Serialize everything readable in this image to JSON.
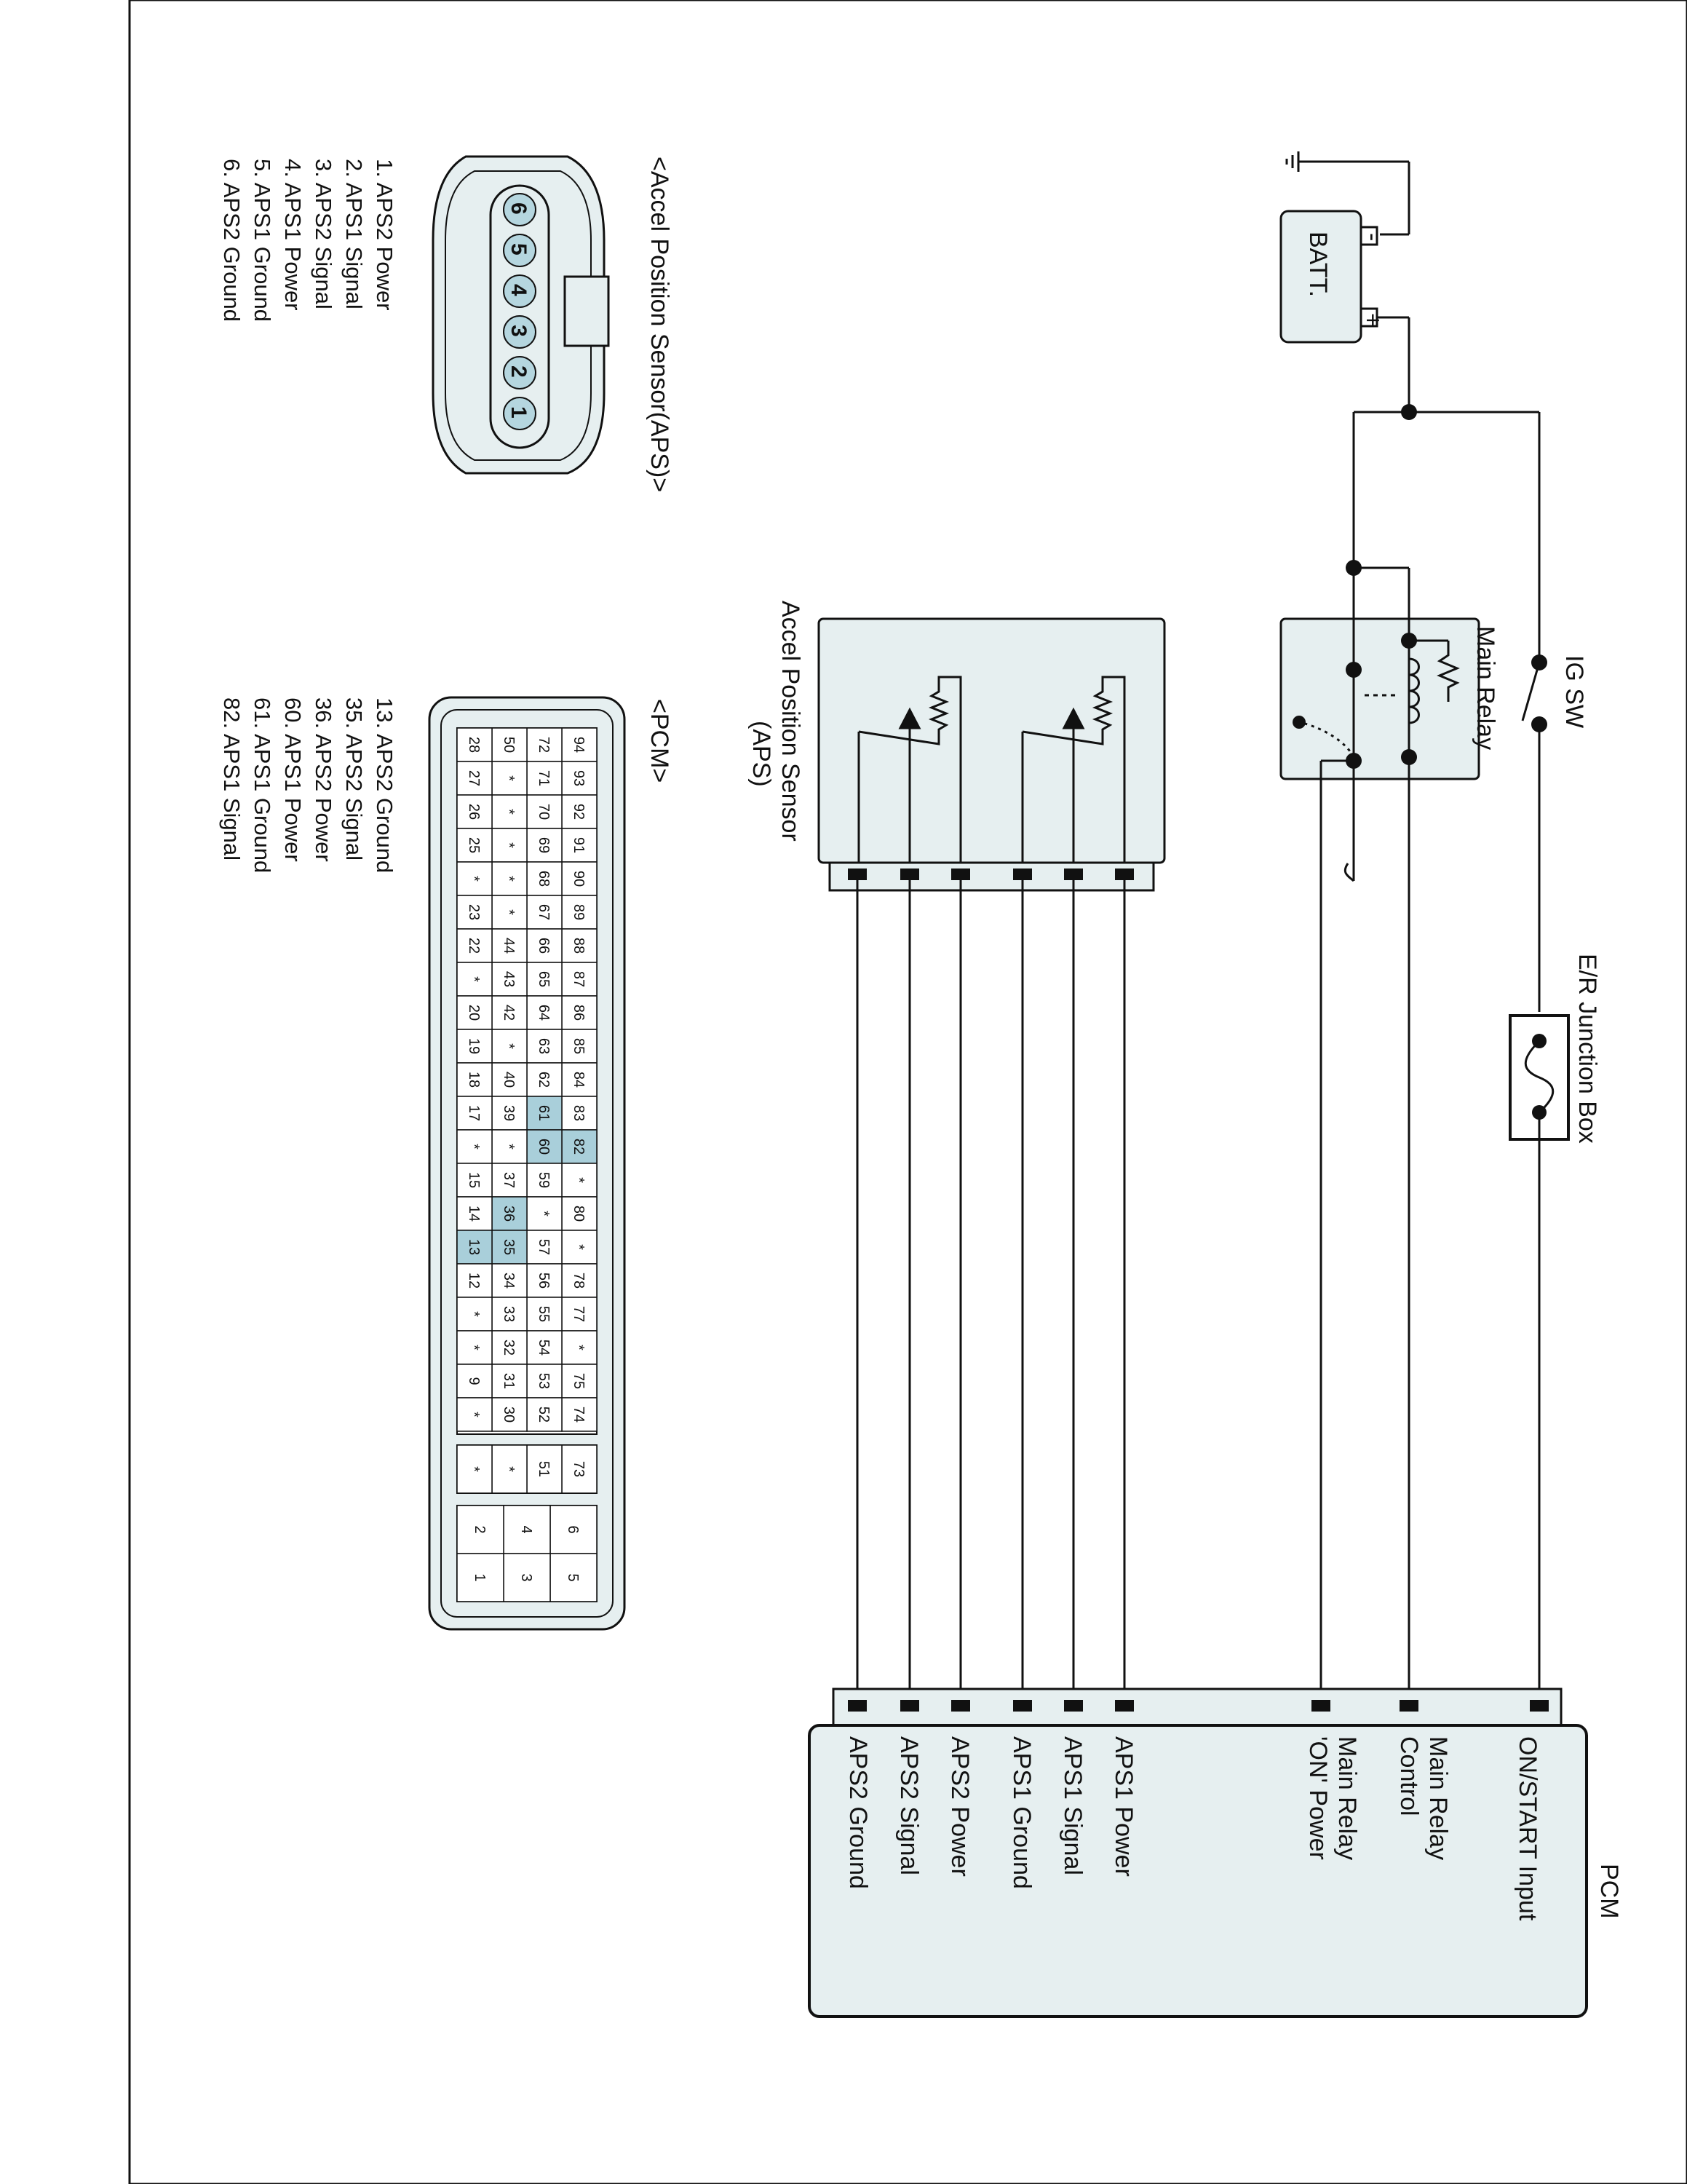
{
  "colors": {
    "line": "#111111",
    "box_fill": "#e6eff0",
    "highlight": "#a9cfda",
    "pin_fill": "#b5d6df"
  },
  "labels": {
    "batt": "BATT.",
    "ig_sw": "IG SW",
    "main_relay": "Main Relay",
    "er_junction": "E/R Junction Box",
    "aps_title_1": "Accel Position Sensor",
    "aps_title_2": "(APS)",
    "pcm": "PCM",
    "batt_plus": "+",
    "batt_minus": "-"
  },
  "pcm_pins": [
    "ON/START Input",
    "Main Relay",
    "Control",
    "Main Relay",
    "'ON' Power",
    "APS1 Power",
    "APS1 Signal",
    "APS1 Ground",
    "APS2 Power",
    "APS2 Signal",
    "APS2 Ground"
  ],
  "aps_connector": {
    "title": "<Accel Position Sensor(APS)>",
    "pins": [
      "6",
      "5",
      "4",
      "3",
      "2",
      "1"
    ],
    "legend": [
      "1. APS2 Power",
      "2. APS1 Signal",
      "3. APS2 Signal",
      "4. APS1 Power",
      "5. APS1 Ground",
      "6. APS2 Ground"
    ]
  },
  "pcm_connector": {
    "title": "<PCM>",
    "rows": [
      [
        "94",
        "93",
        "92",
        "91",
        "90",
        "89",
        "88",
        "87",
        "86",
        "85",
        "84",
        "83",
        "82",
        "*",
        "80",
        "*",
        "78",
        "77",
        "*",
        "75",
        "74"
      ],
      [
        "72",
        "71",
        "70",
        "69",
        "68",
        "67",
        "66",
        "65",
        "64",
        "63",
        "62",
        "61",
        "60",
        "59",
        "*",
        "57",
        "56",
        "55",
        "54",
        "53",
        "52"
      ],
      [
        "50",
        "*",
        "*",
        "*",
        "*",
        "*",
        "44",
        "43",
        "42",
        "*",
        "40",
        "39",
        "*",
        "37",
        "36",
        "35",
        "34",
        "33",
        "32",
        "31",
        "30"
      ],
      [
        "28",
        "27",
        "26",
        "25",
        "*",
        "23",
        "22",
        "*",
        "20",
        "19",
        "18",
        "17",
        "*",
        "15",
        "14",
        "13",
        "12",
        "*",
        "*",
        "9",
        "*"
      ]
    ],
    "highlighted": [
      "82",
      "61",
      "60",
      "36",
      "35",
      "13"
    ],
    "extra_col": [
      "73",
      "51",
      "*",
      "*"
    ],
    "power_cells": [
      [
        "6",
        "5"
      ],
      [
        "4",
        "3"
      ],
      [
        "2",
        "1"
      ]
    ],
    "legend": [
      "13. APS2 Ground",
      "35. APS2 Signal",
      "36. APS2 Power",
      "60. APS1 Power",
      "61. APS1 Ground",
      "82. APS1 Signal"
    ]
  }
}
